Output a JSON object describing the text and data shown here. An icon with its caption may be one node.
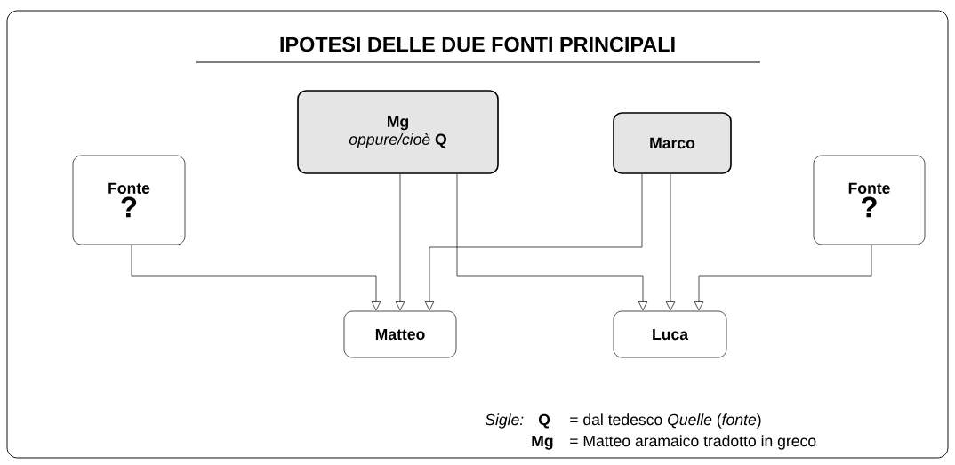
{
  "diagram": {
    "title": "IPOTESI DELLE DUE FONTI PRINCIPALI",
    "nodes": [
      {
        "text": [
          "Fonte",
          "?"
        ]
      },
      {
        "text": [
          "Mg",
          "*oppure/cioè* **Q**"
        ]
      },
      {
        "text": [
          "Marco"
        ]
      },
      {
        "text": [
          "Fonte",
          "?"
        ]
      },
      {
        "text": [
          "Matteo"
        ]
      },
      {
        "text": [
          "Luca"
        ]
      }
    ],
    "edges": [
      {
        "from": 0,
        "to": 4,
        "arrow": "to"
      },
      {
        "from": 1,
        "to": 4,
        "arrow": "to"
      },
      {
        "from": 2,
        "to": 4,
        "arrow": "to"
      },
      {
        "from": 1,
        "to": 5,
        "arrow": "to"
      },
      {
        "from": 2,
        "to": 5,
        "arrow": "to"
      },
      {
        "from": 3,
        "to": 5,
        "arrow": "to"
      }
    ],
    "labels": [
      "Sigle:",
      "Q",
      "= dal tedesco *Quelle* (*fonte*)",
      "Mg",
      "= Matteo aramaico tradotto in greco"
    ]
  }
}
